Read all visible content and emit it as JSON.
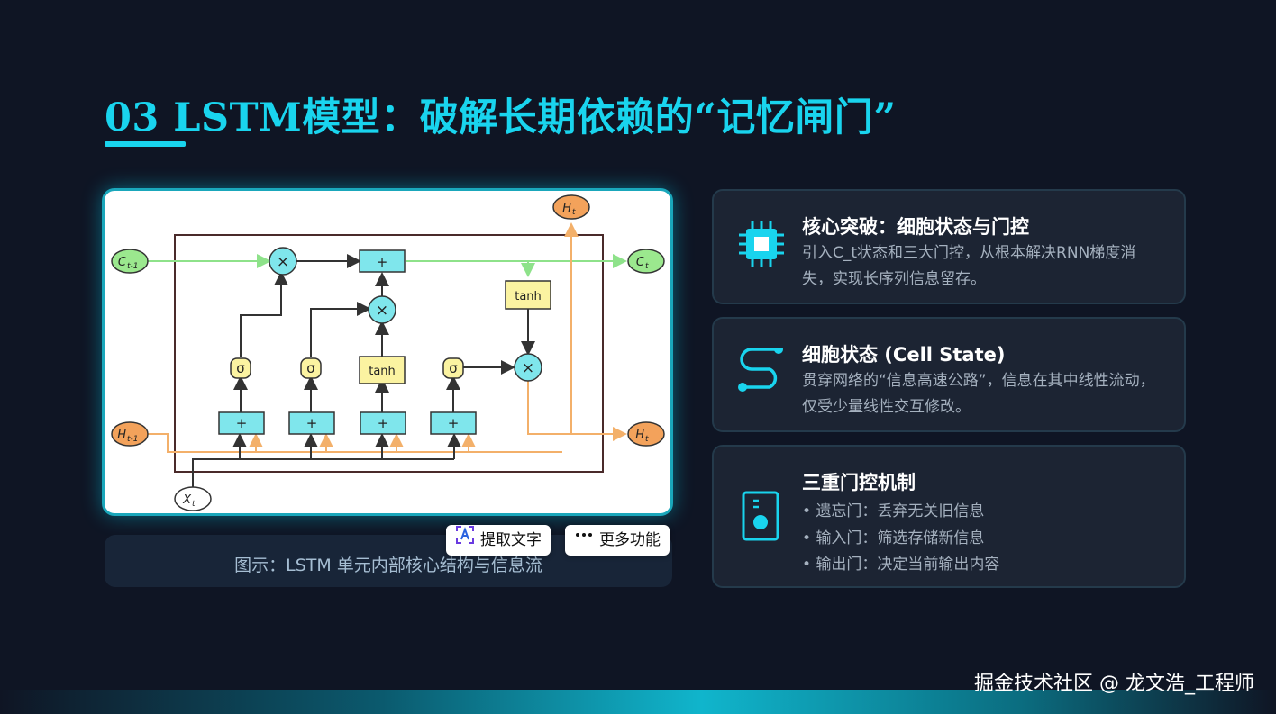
{
  "title": "03 LSTM模型：破解长期依赖的“记忆闸门”",
  "diagram": {
    "cell_input_label": "C",
    "cell_input_sub": "t-1",
    "cell_output_label": "C",
    "cell_output_sub": "t",
    "hidden_input_label": "H",
    "hidden_input_sub": "t-1",
    "hidden_output_label": "H",
    "hidden_output_sub": "t",
    "hidden_top_label": "H",
    "hidden_top_sub": "t",
    "x_label": "X",
    "x_sub": "t",
    "multiply_symbol": "×",
    "plus_symbol": "+",
    "sigma_symbol": "σ",
    "tanh_label": "tanh"
  },
  "caption": "图示：LSTM 单元内部核心结构与信息流",
  "ocr_buttons": {
    "extract_text": "提取文字",
    "more_functions": "更多功能"
  },
  "cards": [
    {
      "icon": "chip-icon",
      "title": "核心突破：细胞状态与门控",
      "body": "引入C_t状态和三大门控，从根本解决RNN梯度消失，实现长序列信息留存。"
    },
    {
      "icon": "flow-icon",
      "title": "细胞状态 (Cell State)",
      "body": "贯穿网络的“信息高速公路”，信息在其中线性流动，仅受少量线性交互修改。"
    },
    {
      "icon": "device-icon",
      "title": "三重门控机制",
      "bullets": [
        "遗忘门：丢弃无关旧信息",
        "输入门：筛选存储新信息",
        "输出门：决定当前输出内容"
      ]
    }
  ],
  "watermark": "掘金技术社区 @ 龙文浩_工程师",
  "colors": {
    "accent": "#19d4ee",
    "background": "#0f1524",
    "card_bg": "#1c2433"
  }
}
